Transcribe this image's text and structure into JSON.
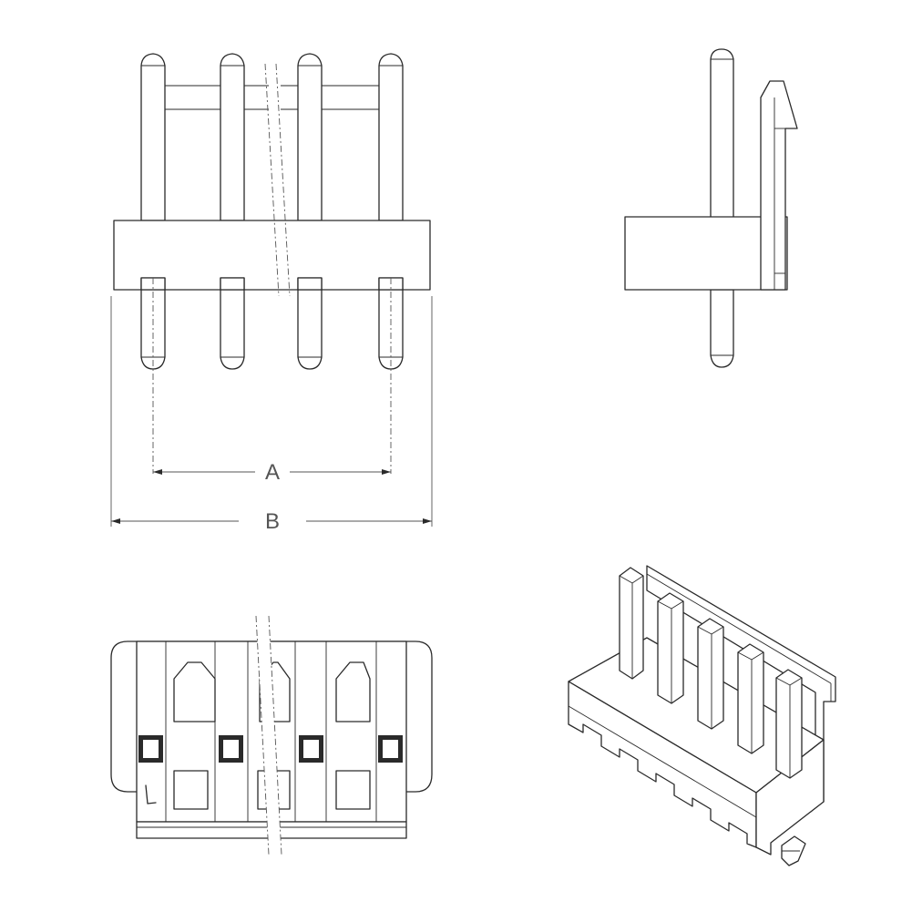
{
  "drawing": {
    "dimensions": [
      {
        "id": "pin-pitch-span",
        "label": "A"
      },
      {
        "id": "housing-width",
        "label": "B"
      }
    ],
    "pin_count": 4,
    "views": [
      "front-view",
      "side-view",
      "bottom-view",
      "isometric-view"
    ]
  },
  "colors": {
    "line": "#2a2a2a",
    "dimension": "#555555",
    "background": "#ffffff"
  }
}
